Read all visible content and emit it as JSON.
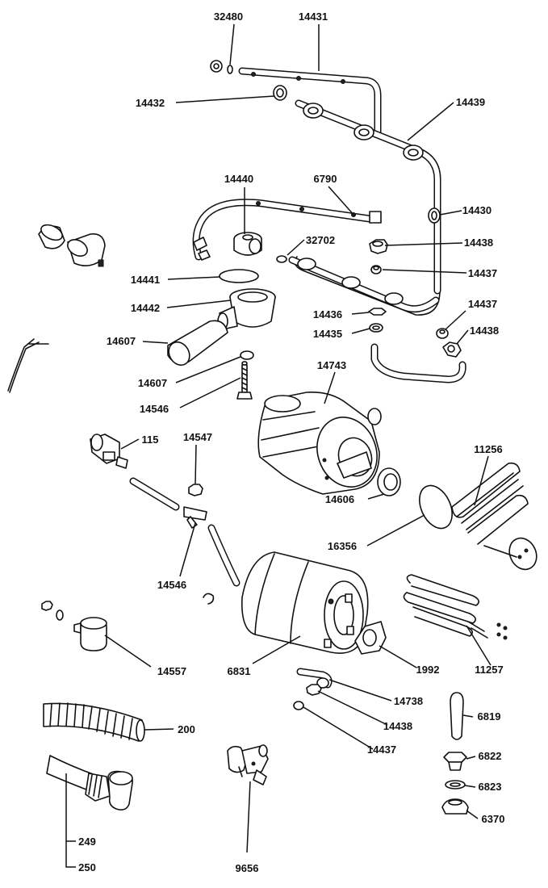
{
  "parts": [
    {
      "id": "p32480",
      "number": "32480"
    },
    {
      "id": "p14431",
      "number": "14431"
    },
    {
      "id": "p14432",
      "number": "14432"
    },
    {
      "id": "p14439",
      "number": "14439"
    },
    {
      "id": "p14440",
      "number": "14440"
    },
    {
      "id": "p6790",
      "number": "6790"
    },
    {
      "id": "p14430",
      "number": "14430"
    },
    {
      "id": "p32702",
      "number": "32702"
    },
    {
      "id": "p14438a",
      "number": "14438"
    },
    {
      "id": "p14441",
      "number": "14441"
    },
    {
      "id": "p14437a",
      "number": "14437"
    },
    {
      "id": "p14442",
      "number": "14442"
    },
    {
      "id": "p14436",
      "number": "14436"
    },
    {
      "id": "p14437b",
      "number": "14437"
    },
    {
      "id": "p14435",
      "number": "14435"
    },
    {
      "id": "p14438b",
      "number": "14438"
    },
    {
      "id": "p14607a",
      "number": "14607"
    },
    {
      "id": "p14743",
      "number": "14743"
    },
    {
      "id": "p14607b",
      "number": "14607"
    },
    {
      "id": "p14546a",
      "number": "14546"
    },
    {
      "id": "p115",
      "number": "115"
    },
    {
      "id": "p14547",
      "number": "14547"
    },
    {
      "id": "p11256",
      "number": "11256"
    },
    {
      "id": "p14606",
      "number": "14606"
    },
    {
      "id": "p16356",
      "number": "16356"
    },
    {
      "id": "p14546b",
      "number": "14546"
    },
    {
      "id": "p14557",
      "number": "14557"
    },
    {
      "id": "p6831",
      "number": "6831"
    },
    {
      "id": "p1992",
      "number": "1992"
    },
    {
      "id": "p11257",
      "number": "11257"
    },
    {
      "id": "p14738",
      "number": "14738"
    },
    {
      "id": "p6819",
      "number": "6819"
    },
    {
      "id": "p200",
      "number": "200"
    },
    {
      "id": "p14438c",
      "number": "14438"
    },
    {
      "id": "p14437c",
      "number": "14437"
    },
    {
      "id": "p6822",
      "number": "6822"
    },
    {
      "id": "p6823",
      "number": "6823"
    },
    {
      "id": "p6370",
      "number": "6370"
    },
    {
      "id": "p249",
      "number": "249"
    },
    {
      "id": "p250",
      "number": "250"
    },
    {
      "id": "p9656",
      "number": "9656"
    }
  ]
}
